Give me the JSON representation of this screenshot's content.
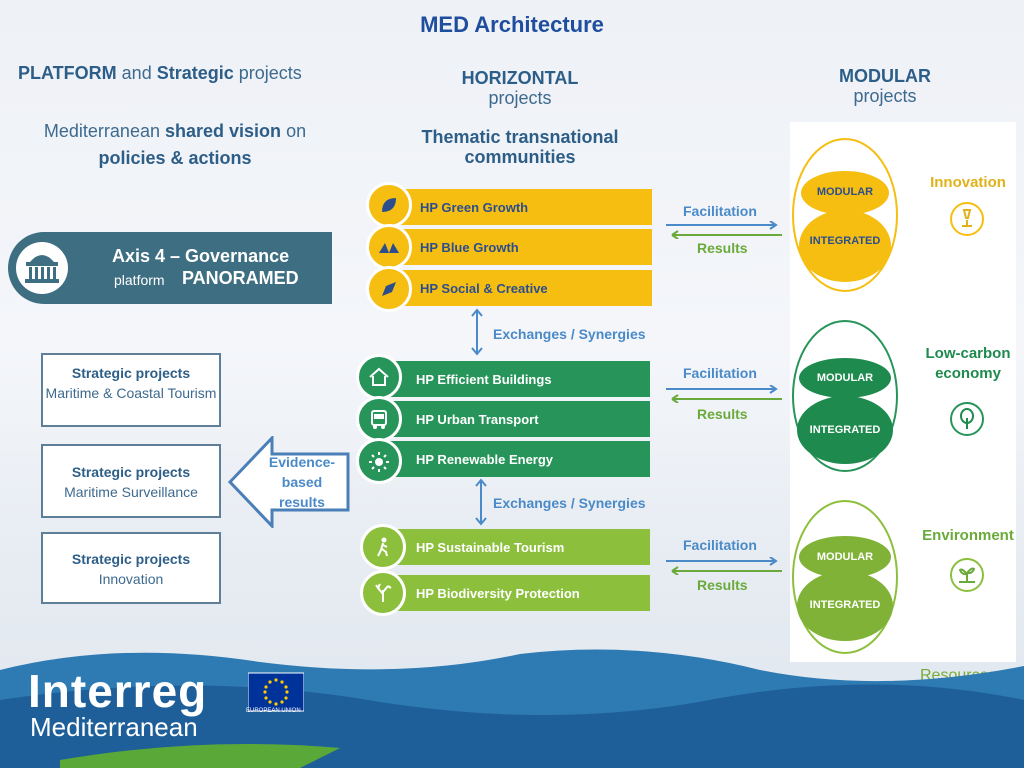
{
  "title": "MED Architecture",
  "left_header": {
    "line1_bold_a": "PLATFORM",
    "line1_mid": "and",
    "line1_bold_b": "Strategic",
    "line1_end": "projects",
    "line2_a": "Mediterranean",
    "line2_bold": "shared vision",
    "line2_b": "on",
    "line2_bold2": "policies & actions"
  },
  "horizontal": {
    "title": "HORIZONTAL",
    "sub": "projects"
  },
  "modular": {
    "title": "MODULAR",
    "sub": "projects"
  },
  "thematic": "Thematic transnational communities",
  "governance": {
    "axis": "Axis 4 – Governance",
    "platform_label": "platform",
    "name": "PANORAMED",
    "icon": "building-icon"
  },
  "strategic_projects": [
    {
      "title": "Strategic projects",
      "desc": "Maritime & Coastal Tourism"
    },
    {
      "title": "Strategic projects",
      "desc": "Maritime Surveillance"
    },
    {
      "title": "Strategic projects",
      "desc": "Innovation"
    }
  ],
  "evidence_arrow": "Evidence-based results",
  "groups": [
    {
      "theme": "Innovation",
      "color": "#f5be10",
      "items": [
        {
          "label": "HP Green Growth",
          "icon": "leaf-icon"
        },
        {
          "label": "HP Blue Growth",
          "icon": "wave-icon"
        },
        {
          "label": "HP Social & Creative",
          "icon": "pen-icon"
        }
      ]
    },
    {
      "theme": "Low-carbon economy",
      "color": "#27955a",
      "items": [
        {
          "label": "HP Efficient Buildings",
          "icon": "house-icon"
        },
        {
          "label": "HP Urban Transport",
          "icon": "bus-icon"
        },
        {
          "label": "HP Renewable Energy",
          "icon": "sun-icon"
        }
      ]
    },
    {
      "theme": "Environment",
      "color": "#8cc03c",
      "items": [
        {
          "label": "HP Sustainable Tourism",
          "icon": "hiker-icon"
        },
        {
          "label": "HP Biodiversity Protection",
          "icon": "coral-icon"
        }
      ]
    }
  ],
  "facilitation": "Facilitation",
  "results": "Results",
  "exchanges": "Exchanges / Synergies",
  "modular_label": "MODULAR",
  "integrated_label": "INTEGRATED",
  "themes": [
    "Innovation",
    "Low-carbon economy",
    "Environment"
  ],
  "theme_line1": [
    "Innovation",
    "Low-carbon",
    "Environment"
  ],
  "theme_line2": [
    "",
    "economy",
    ""
  ],
  "resources": "Resources",
  "logo": {
    "interreg": "Interreg",
    "mediterranean": "Mediterranean",
    "eu": "EUROPEAN UNION"
  }
}
